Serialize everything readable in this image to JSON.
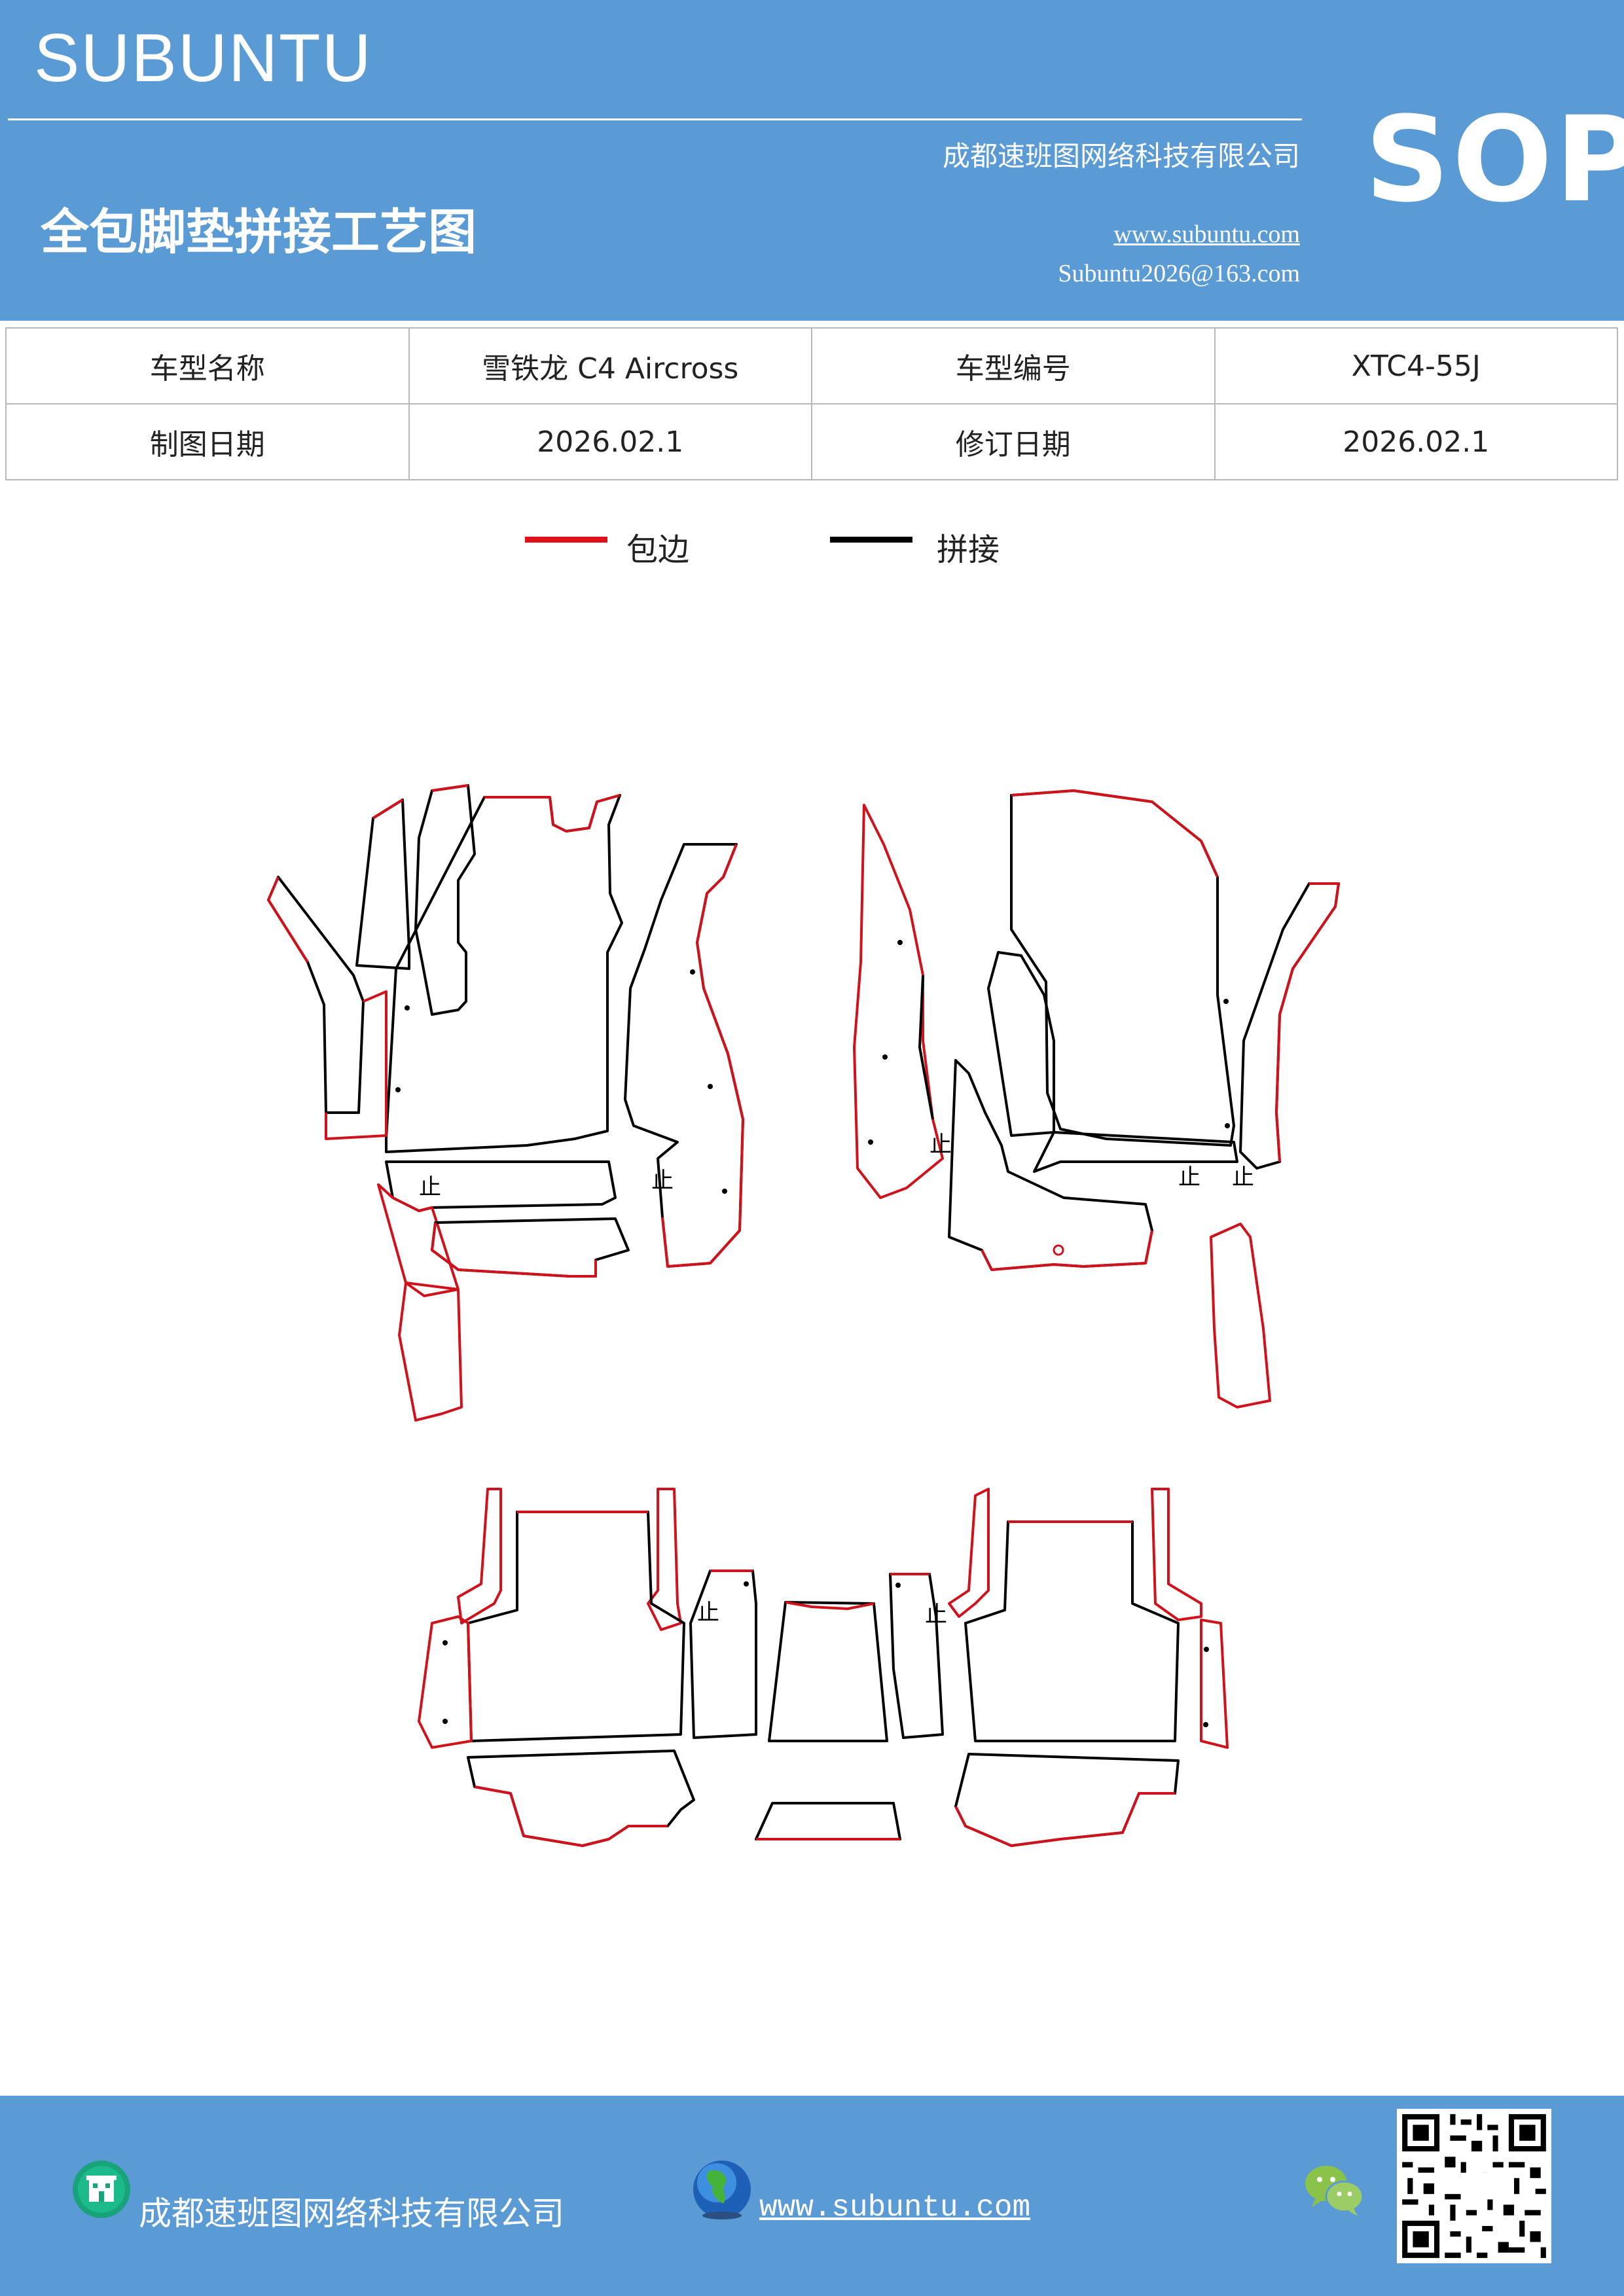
{
  "header": {
    "brand": "SUBUNTU",
    "company": "成都速班图网络科技有限公司",
    "title": "全包脚垫拼接工艺图",
    "website": "www.subuntu.com",
    "email": "Subuntu2026@163.com",
    "badge": "SOP"
  },
  "info": {
    "model_name_label": "车型名称",
    "model_name_value": "雪铁龙 C4  Aircross",
    "model_code_label": "车型编号",
    "model_code_value": "XTC4-55J",
    "draw_date_label": "制图日期",
    "draw_date_value": "2026.02.1",
    "revise_date_label": "修订日期",
    "revise_date_value": "2026.02.1"
  },
  "legend": {
    "edge_label": "包边",
    "edge_color": "#e0101a",
    "splice_label": "拼接",
    "splice_color": "#000000"
  },
  "drawing": {
    "stop_mark": "止"
  },
  "footer": {
    "company": "成都速班图网络科技有限公司",
    "website": "www.subuntu.com",
    "building_icon": "building-icon",
    "globe_icon": "globe-icon",
    "wechat_icon": "wechat-icon"
  },
  "colors": {
    "banner": "#5b9bd5",
    "border": "#b8b8b8"
  }
}
